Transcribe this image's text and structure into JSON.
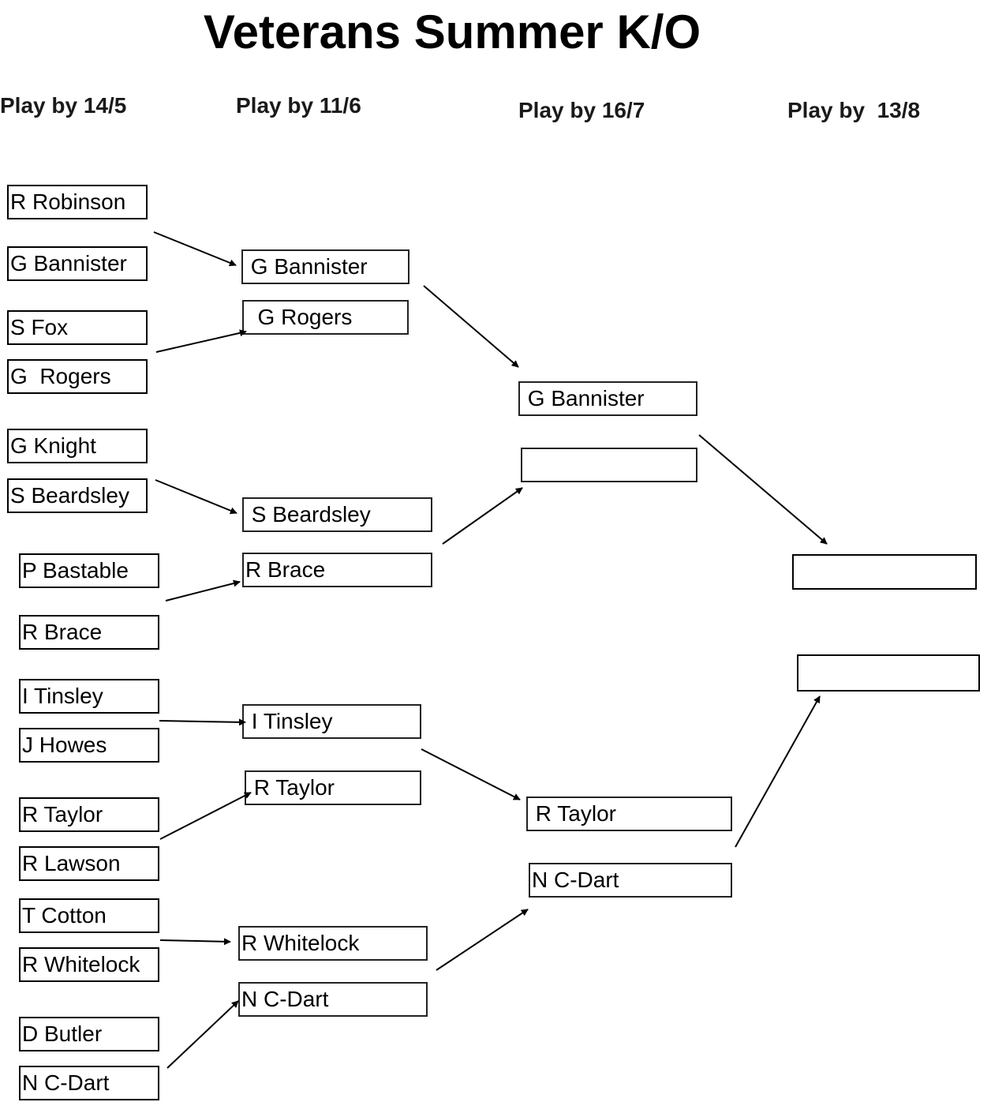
{
  "title": "Veterans Summer K/O",
  "rounds": [
    {
      "label": "Play by 14/5"
    },
    {
      "label": "Play by 11/6"
    },
    {
      "label": "Play by 16/7"
    },
    {
      "label": "Play by  13/8"
    }
  ],
  "round1": [
    "R Robinson",
    "G Bannister",
    "S Fox",
    "G  Rogers",
    "G Knight",
    "S Beardsley",
    "P Bastable",
    "R Brace",
    "I Tinsley",
    "J Howes",
    "R Taylor",
    "R Lawson",
    "T Cotton",
    "R Whitelock",
    "D Butler",
    "N C-Dart"
  ],
  "round2": [
    " G Bannister",
    "  G Rogers",
    " S Beardsley",
    "R Brace",
    " I Tinsley",
    " R Taylor",
    "R Whitelock",
    "N C-Dart"
  ],
  "round3": [
    " G Bannister",
    "",
    " R Taylor",
    "N C-Dart"
  ],
  "round4": [
    "",
    ""
  ]
}
